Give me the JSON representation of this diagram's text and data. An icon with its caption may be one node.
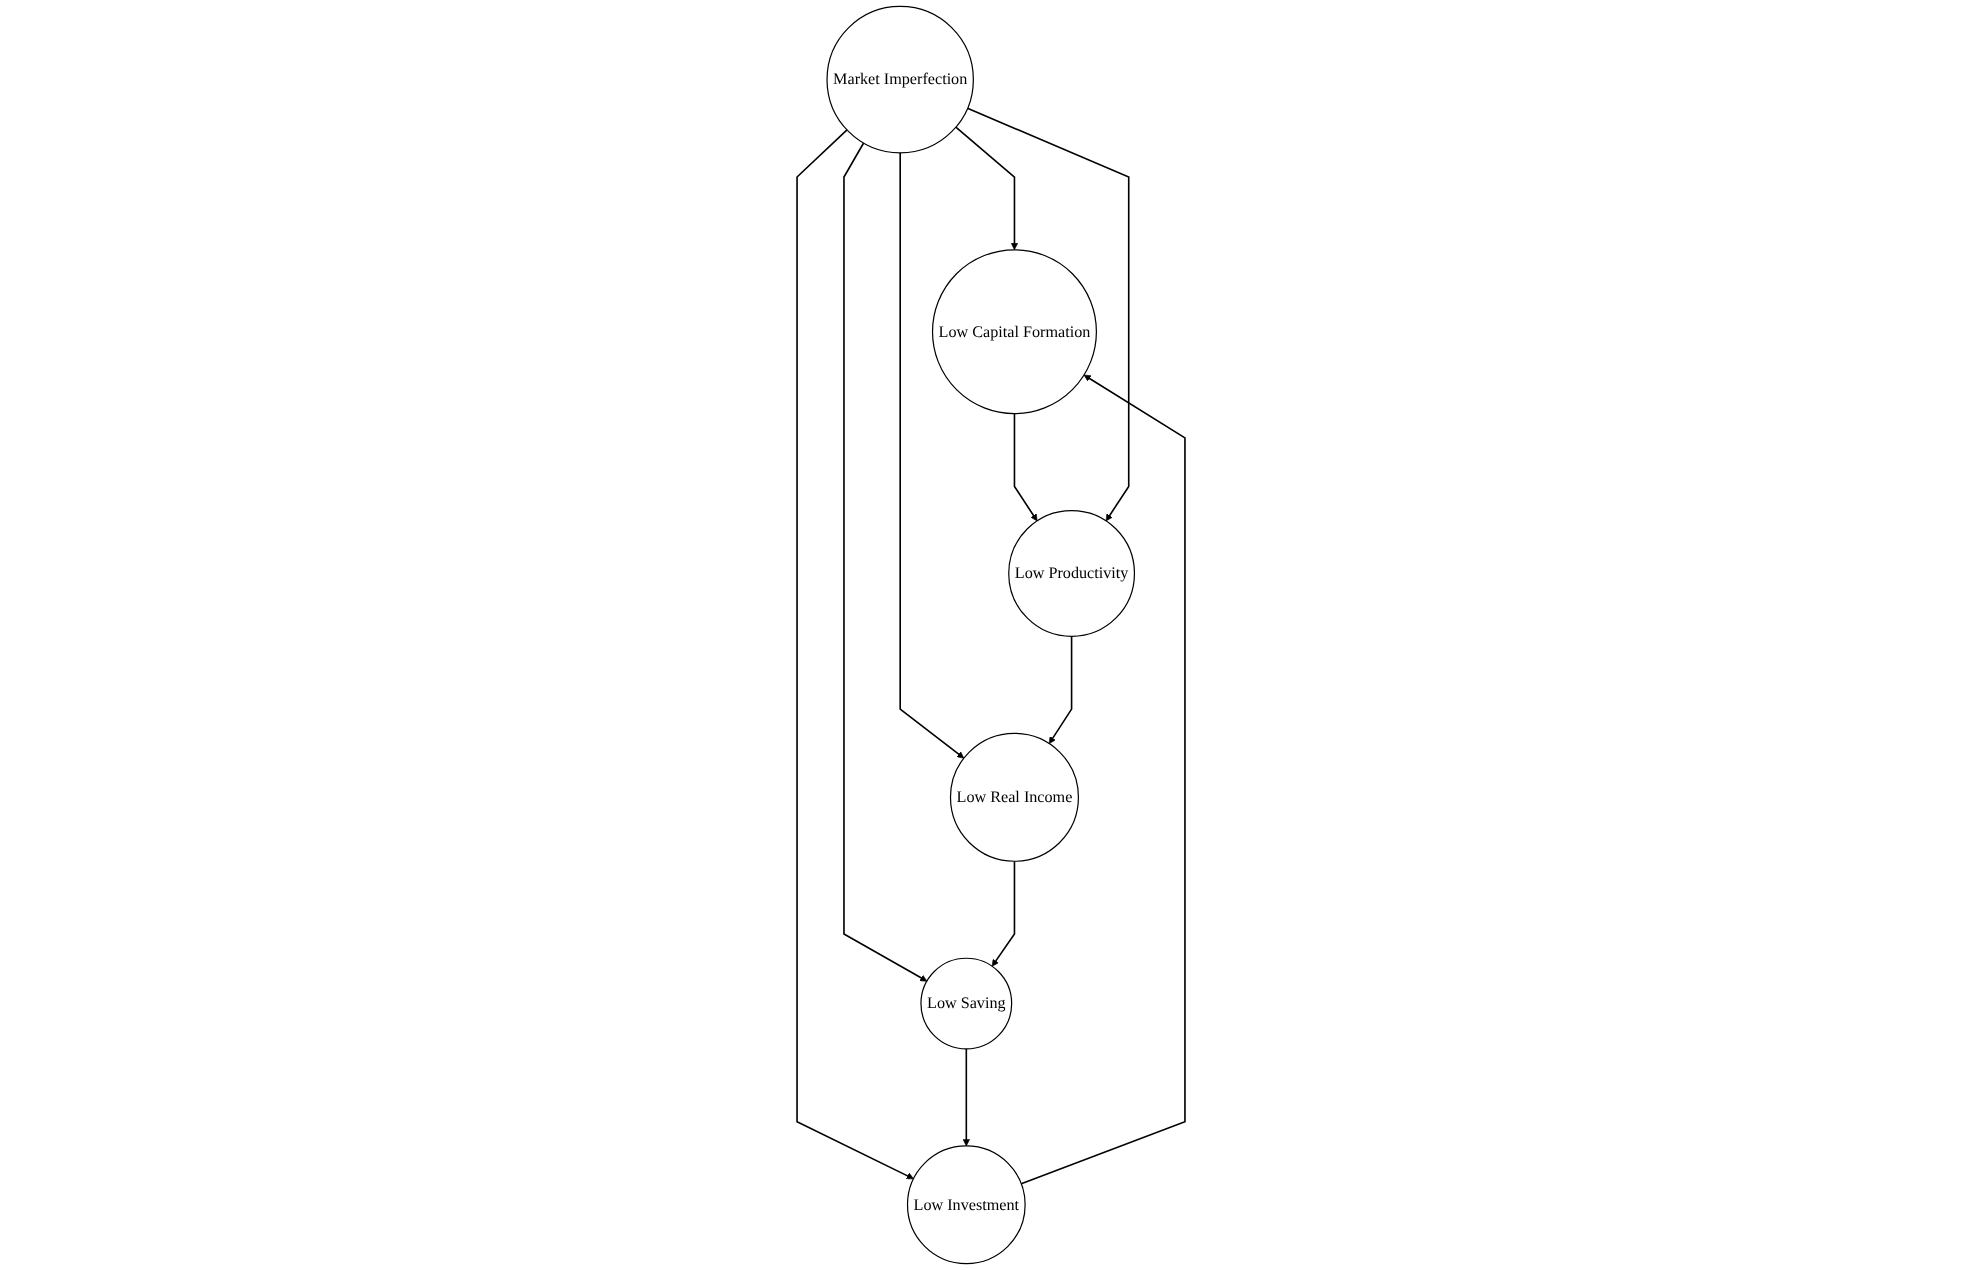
{
  "diagram": {
    "nodes": [
      {
        "text": [
          "Low Capital Formation"
        ]
      },
      {
        "text": [
          "Low Productivity"
        ]
      },
      {
        "text": [
          "Low Investment"
        ]
      },
      {
        "text": [
          "Market Imperfection"
        ]
      },
      {
        "text": [
          "Low Real Income"
        ]
      },
      {
        "text": [
          "Low Saving"
        ]
      }
    ],
    "edges": [
      {
        "from": 2,
        "to": 0,
        "arrow": "to"
      },
      {
        "from": 0,
        "to": 1,
        "arrow": "to"
      },
      {
        "from": 3,
        "to": 0,
        "arrow": "to"
      },
      {
        "from": 3,
        "to": 2,
        "arrow": "to"
      },
      {
        "from": 3,
        "to": 1,
        "arrow": "to"
      },
      {
        "from": 3,
        "to": 4,
        "arrow": "to"
      },
      {
        "from": 3,
        "to": 5,
        "arrow": "to"
      },
      {
        "from": 1,
        "to": 4,
        "arrow": "to"
      },
      {
        "from": 4,
        "to": 5,
        "arrow": "to"
      },
      {
        "from": 5,
        "to": 2,
        "arrow": "to"
      }
    ]
  }
}
